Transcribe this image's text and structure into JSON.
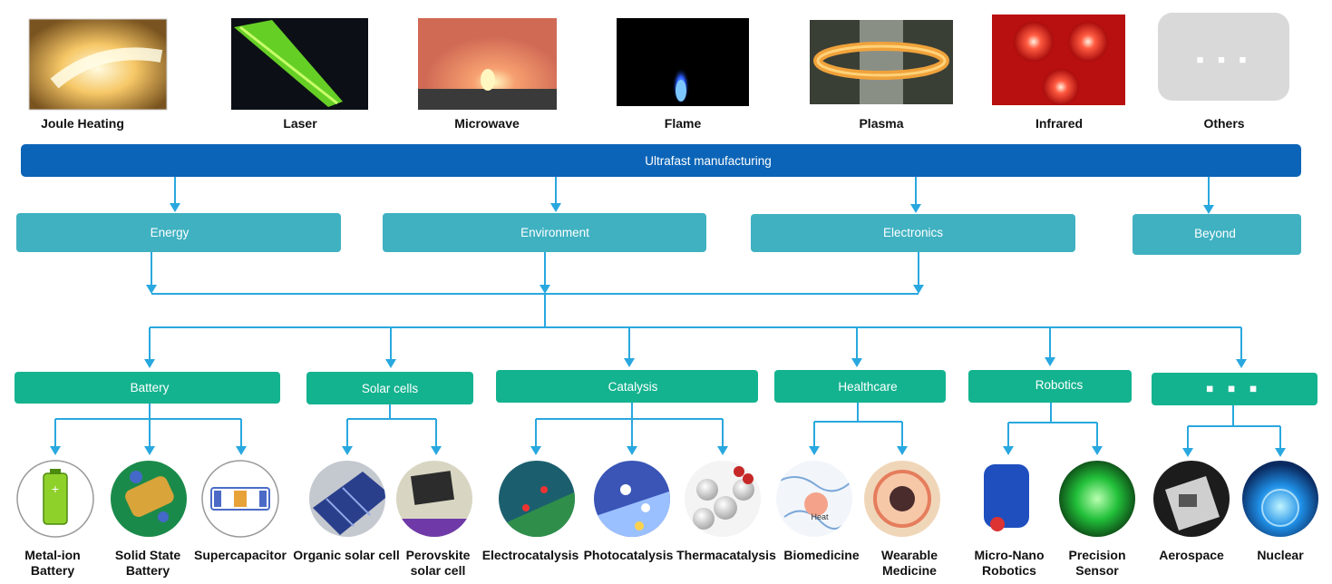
{
  "methods": [
    {
      "label": "Joule Heating"
    },
    {
      "label": "Laser"
    },
    {
      "label": "Microwave"
    },
    {
      "label": "Flame"
    },
    {
      "label": "Plasma"
    },
    {
      "label": "Infrared"
    },
    {
      "label": "Others",
      "dots": "■ ■ ■"
    }
  ],
  "main_bar": {
    "label": "Ultrafast manufacturing"
  },
  "fields": [
    {
      "label": "Energy"
    },
    {
      "label": "Environment"
    },
    {
      "label": "Electronics"
    },
    {
      "label": "Beyond"
    }
  ],
  "categories": [
    {
      "label": "Battery"
    },
    {
      "label": "Solar cells"
    },
    {
      "label": "Catalysis"
    },
    {
      "label": "Healthcare"
    },
    {
      "label": "Robotics"
    },
    {
      "label": "■ ■ ■"
    }
  ],
  "applications": [
    {
      "line1": "Metal-ion",
      "line2": "Battery"
    },
    {
      "line1": "Solid State",
      "line2": "Battery"
    },
    {
      "line1": "Supercapacitor",
      "line2": ""
    },
    {
      "line1": "Organic solar cell",
      "line2": ""
    },
    {
      "line1": "Perovskite",
      "line2": "solar cell"
    },
    {
      "line1": "Electrocatalysis",
      "line2": ""
    },
    {
      "line1": "Photocatalysis",
      "line2": ""
    },
    {
      "line1": "Thermacatalysis",
      "line2": ""
    },
    {
      "line1": "Biomedicine",
      "line2": ""
    },
    {
      "line1": "Wearable",
      "line2": "Medicine"
    },
    {
      "line1": "Micro-Nano",
      "line2": "Robotics"
    },
    {
      "line1": "Precision",
      "line2": "Sensor"
    },
    {
      "line1": "Aerospace",
      "line2": ""
    },
    {
      "line1": "Nuclear",
      "line2": ""
    }
  ],
  "image_text": {
    "heat": "Heat"
  },
  "colors": {
    "blue_bar": "#0b64b7",
    "field_box": "#3fb1c1",
    "category_box": "#14b38f",
    "arrow": "#29a8df"
  }
}
